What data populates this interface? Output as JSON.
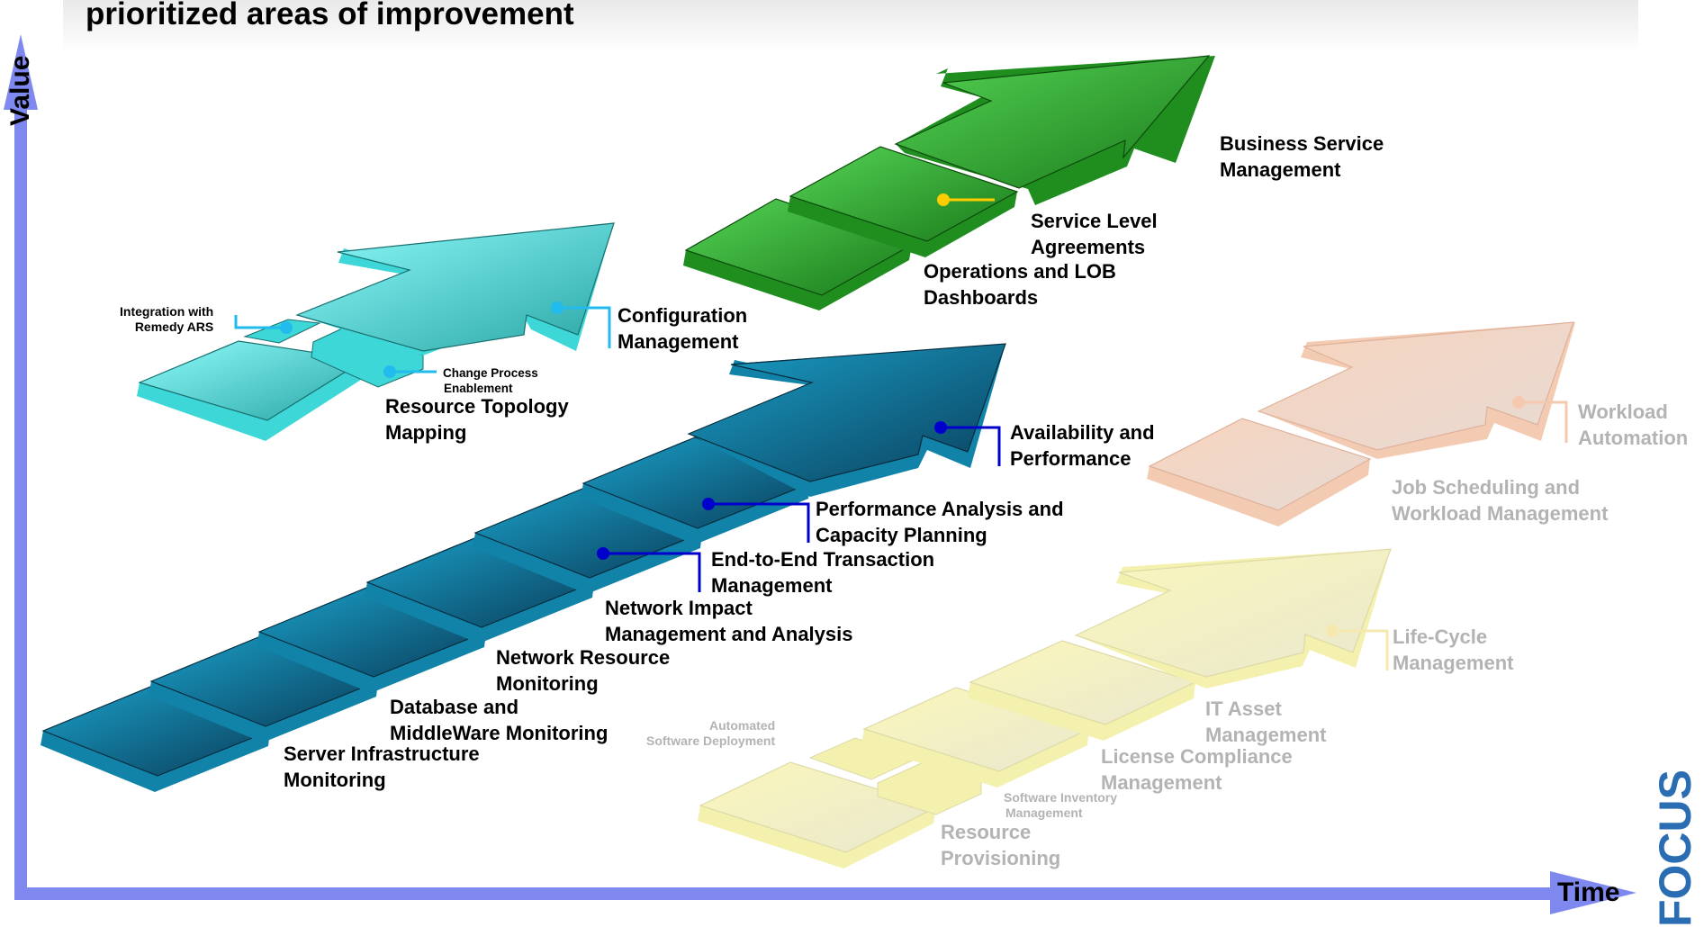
{
  "title": "prioritized areas of improvement",
  "axes": {
    "y_label": "Value",
    "x_label": "Time"
  },
  "corner_text": "FOCUS",
  "colors": {
    "axis": "#7f88ef",
    "blue_track": "#1a86ad",
    "cyan_track": "#4cf2f2",
    "green_track": "#3cc23c",
    "orange_track": "#f5c0a2",
    "yellow_track": "#f5f2a6",
    "connector_blue": "#0000cc",
    "connector_cyan": "#22bbee",
    "connector_gold": "#ffcc00",
    "connector_faded": "#f5c8b0"
  },
  "tracks": {
    "blue": {
      "labels": [
        {
          "lines": [
            "Server Infrastructure",
            "Monitoring"
          ]
        },
        {
          "lines": [
            "Database and",
            "MiddleWare Monitoring"
          ]
        },
        {
          "lines": [
            "Network Resource",
            "Monitoring"
          ]
        },
        {
          "lines": [
            "Network Impact",
            "Management and Analysis"
          ]
        },
        {
          "lines": [
            "End-to-End Transaction",
            "Management"
          ]
        },
        {
          "lines": [
            "Performance Analysis and",
            "Capacity Planning"
          ]
        },
        {
          "lines": [
            "Availability and",
            "Performance"
          ]
        }
      ]
    },
    "cyan": {
      "labels": [
        {
          "lines": [
            "Integration with",
            "Remedy ARS"
          ]
        },
        {
          "lines": [
            "Change Process",
            "Enablement"
          ]
        },
        {
          "lines": [
            "Resource Topology",
            "Mapping"
          ]
        },
        {
          "lines": [
            "Configuration",
            "Management"
          ]
        }
      ]
    },
    "green": {
      "labels": [
        {
          "lines": [
            "Operations and LOB",
            "Dashboards"
          ]
        },
        {
          "lines": [
            "Service Level",
            "Agreements"
          ]
        },
        {
          "lines": [
            "Business Service",
            "Management"
          ]
        }
      ]
    },
    "orange": {
      "labels": [
        {
          "lines": [
            "Job Scheduling and",
            "Workload Management"
          ]
        },
        {
          "lines": [
            "Workload",
            "Automation"
          ]
        }
      ]
    },
    "yellow": {
      "labels": [
        {
          "lines": [
            "Automated",
            "Software Deployment"
          ]
        },
        {
          "lines": [
            "Software Inventory",
            "Management"
          ]
        },
        {
          "lines": [
            "Resource",
            "Provisioning"
          ]
        },
        {
          "lines": [
            "License Compliance",
            "Management"
          ]
        },
        {
          "lines": [
            "IT Asset",
            "Management"
          ]
        },
        {
          "lines": [
            "Life-Cycle",
            "Management"
          ]
        }
      ]
    }
  }
}
